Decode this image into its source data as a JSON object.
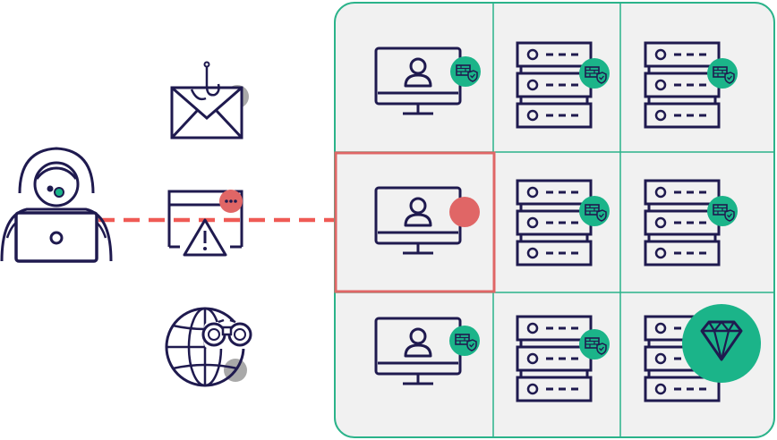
{
  "colors": {
    "navy": "#1f1a4f",
    "teal": "#1bb489",
    "grid_fill": "#f1f1f1",
    "grid_border": "#2bb38a",
    "alert_red": "#e06666",
    "attack_line": "#ef5a55",
    "gray_dot": "#a9a9a9"
  },
  "attacker": {
    "icon": "hooded-hacker-icon"
  },
  "vectors": [
    {
      "icon": "phishing-email-icon",
      "badge": "gray"
    },
    {
      "icon": "malicious-browser-warning-icon",
      "badge": "red"
    },
    {
      "icon": "globe-surveillance-icon",
      "badge": "gray"
    }
  ],
  "network": {
    "rows": 3,
    "cols": 3,
    "cells": [
      {
        "device": "workstation",
        "badge": "firewall-shield"
      },
      {
        "device": "server",
        "badge": "firewall-shield"
      },
      {
        "device": "server",
        "badge": "firewall-shield"
      },
      {
        "device": "workstation",
        "badge": "compromised",
        "highlight": true
      },
      {
        "device": "server",
        "badge": "firewall-shield"
      },
      {
        "device": "server",
        "badge": "firewall-shield"
      },
      {
        "device": "workstation",
        "badge": "firewall-shield"
      },
      {
        "device": "server",
        "badge": "firewall-shield"
      },
      {
        "device": "server",
        "badge": "crown-jewel-diamond"
      }
    ]
  }
}
